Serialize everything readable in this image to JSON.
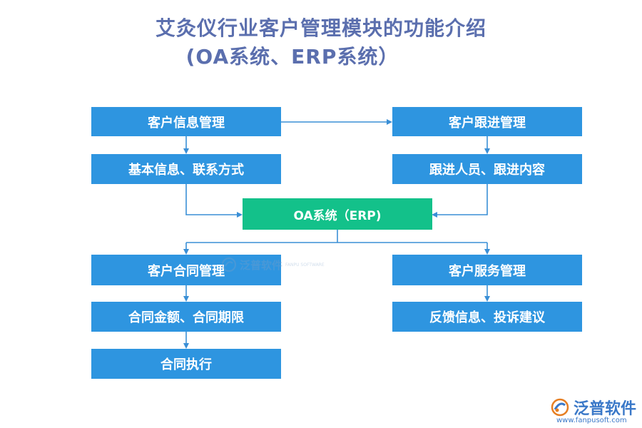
{
  "title": {
    "line1": "艾灸仪行业客户管理模块的功能介绍",
    "line2": "(OA系统、ERP系统）"
  },
  "nodes": {
    "customer_info": "客户信息管理",
    "basic_info": "基本信息、联系方式",
    "follow_up": "客户跟进管理",
    "follow_details": "跟进人员、跟进内容",
    "oa_system": "OA系统（ERP)",
    "contract_mgmt": "客户合同管理",
    "contract_terms": "合同金额、合同期限",
    "contract_exec": "合同执行",
    "service_mgmt": "客户服务管理",
    "feedback": "反馈信息、投诉建议"
  },
  "watermark": {
    "text": "泛普软件",
    "sub": "FANPU SOFTWARE"
  },
  "brand": {
    "name": "泛普软件",
    "url": "www.fanpusoft.com"
  },
  "colors": {
    "box_blue": "#2e95e0",
    "box_green": "#13c18a",
    "title": "#5b6fae",
    "connector": "#3a8fd6"
  }
}
